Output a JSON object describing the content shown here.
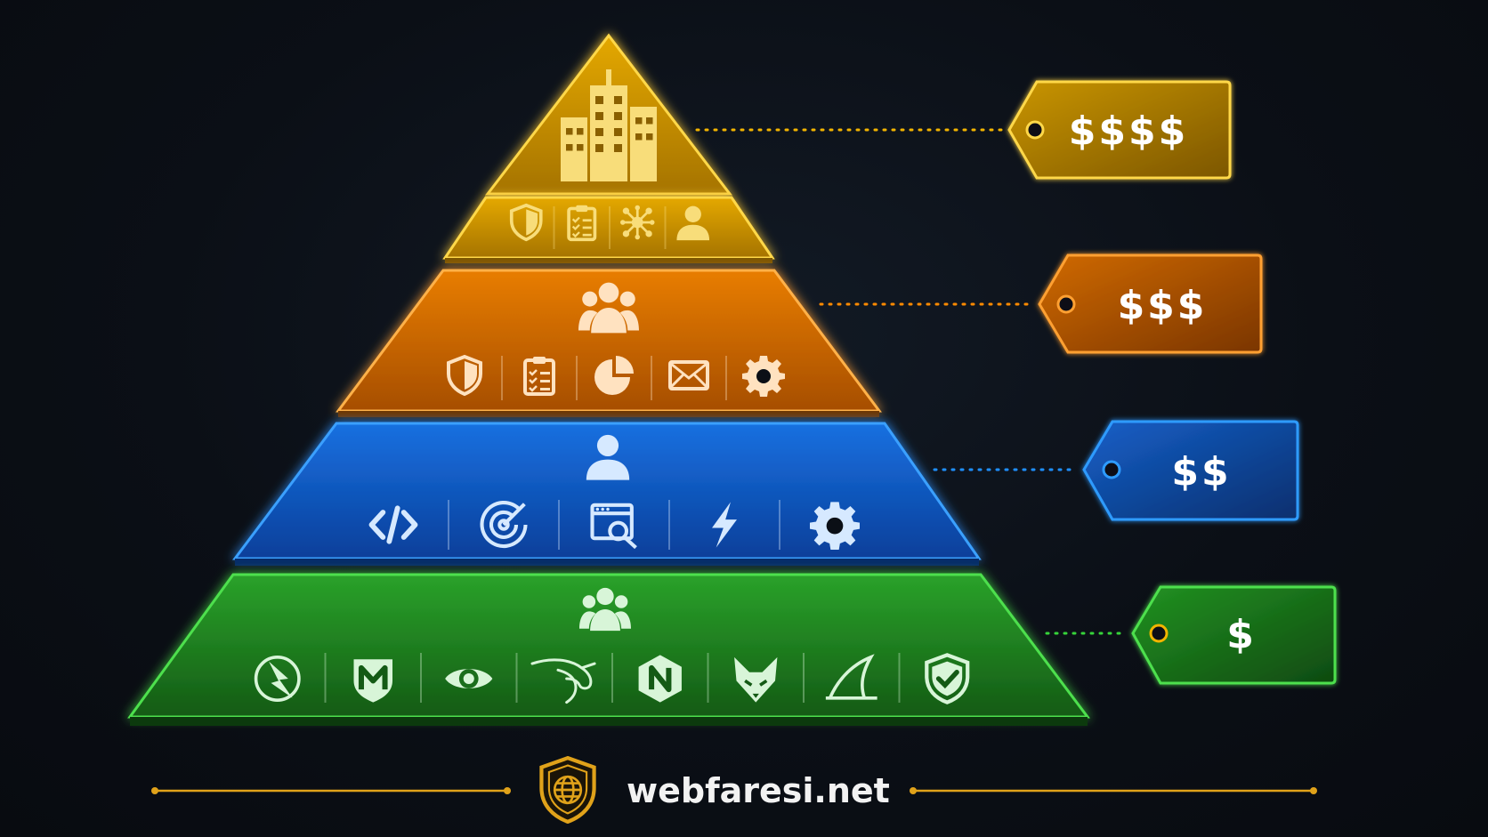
{
  "tiers": [
    {
      "id": "enterprise",
      "color": "#f2b400",
      "fill_light": "#e4a800",
      "fill_dark": "#a57300",
      "price": "$$$$",
      "header_icon": "office-buildings-icon",
      "icons": [
        "shield-icon",
        "clipboard-checklist-icon",
        "network-nodes-icon",
        "user-icon"
      ]
    },
    {
      "id": "team",
      "color": "#ff8a00",
      "fill_light": "#e87d00",
      "fill_dark": "#a64e00",
      "price": "$$$",
      "header_icon": "user-group-icon",
      "icons": [
        "shield-icon",
        "clipboard-checklist-icon",
        "pie-chart-icon",
        "envelope-icon",
        "gear-icon"
      ]
    },
    {
      "id": "professional",
      "color": "#1f8fff",
      "fill_light": "#1770e0",
      "fill_dark": "#0a3f9a",
      "price": "$$",
      "header_icon": "user-icon",
      "icons": [
        "code-icon",
        "radar-target-icon",
        "browser-search-icon",
        "lightning-icon",
        "gear-icon"
      ]
    },
    {
      "id": "community",
      "color": "#36d33a",
      "fill_light": "#2aa22a",
      "fill_dark": "#145a15",
      "price": "$",
      "header_icon": "user-group-icon",
      "icons": [
        "zap-circle-icon",
        "m-shield-icon",
        "eye-icon",
        "kali-dragon-icon",
        "n-hexagon-icon",
        "fox-icon",
        "shark-fin-icon",
        "check-shield-icon"
      ]
    }
  ],
  "brand": {
    "logo_icon": "globe-shield-icon",
    "name": "webfaresi.net",
    "accent": "#e0a21a"
  }
}
